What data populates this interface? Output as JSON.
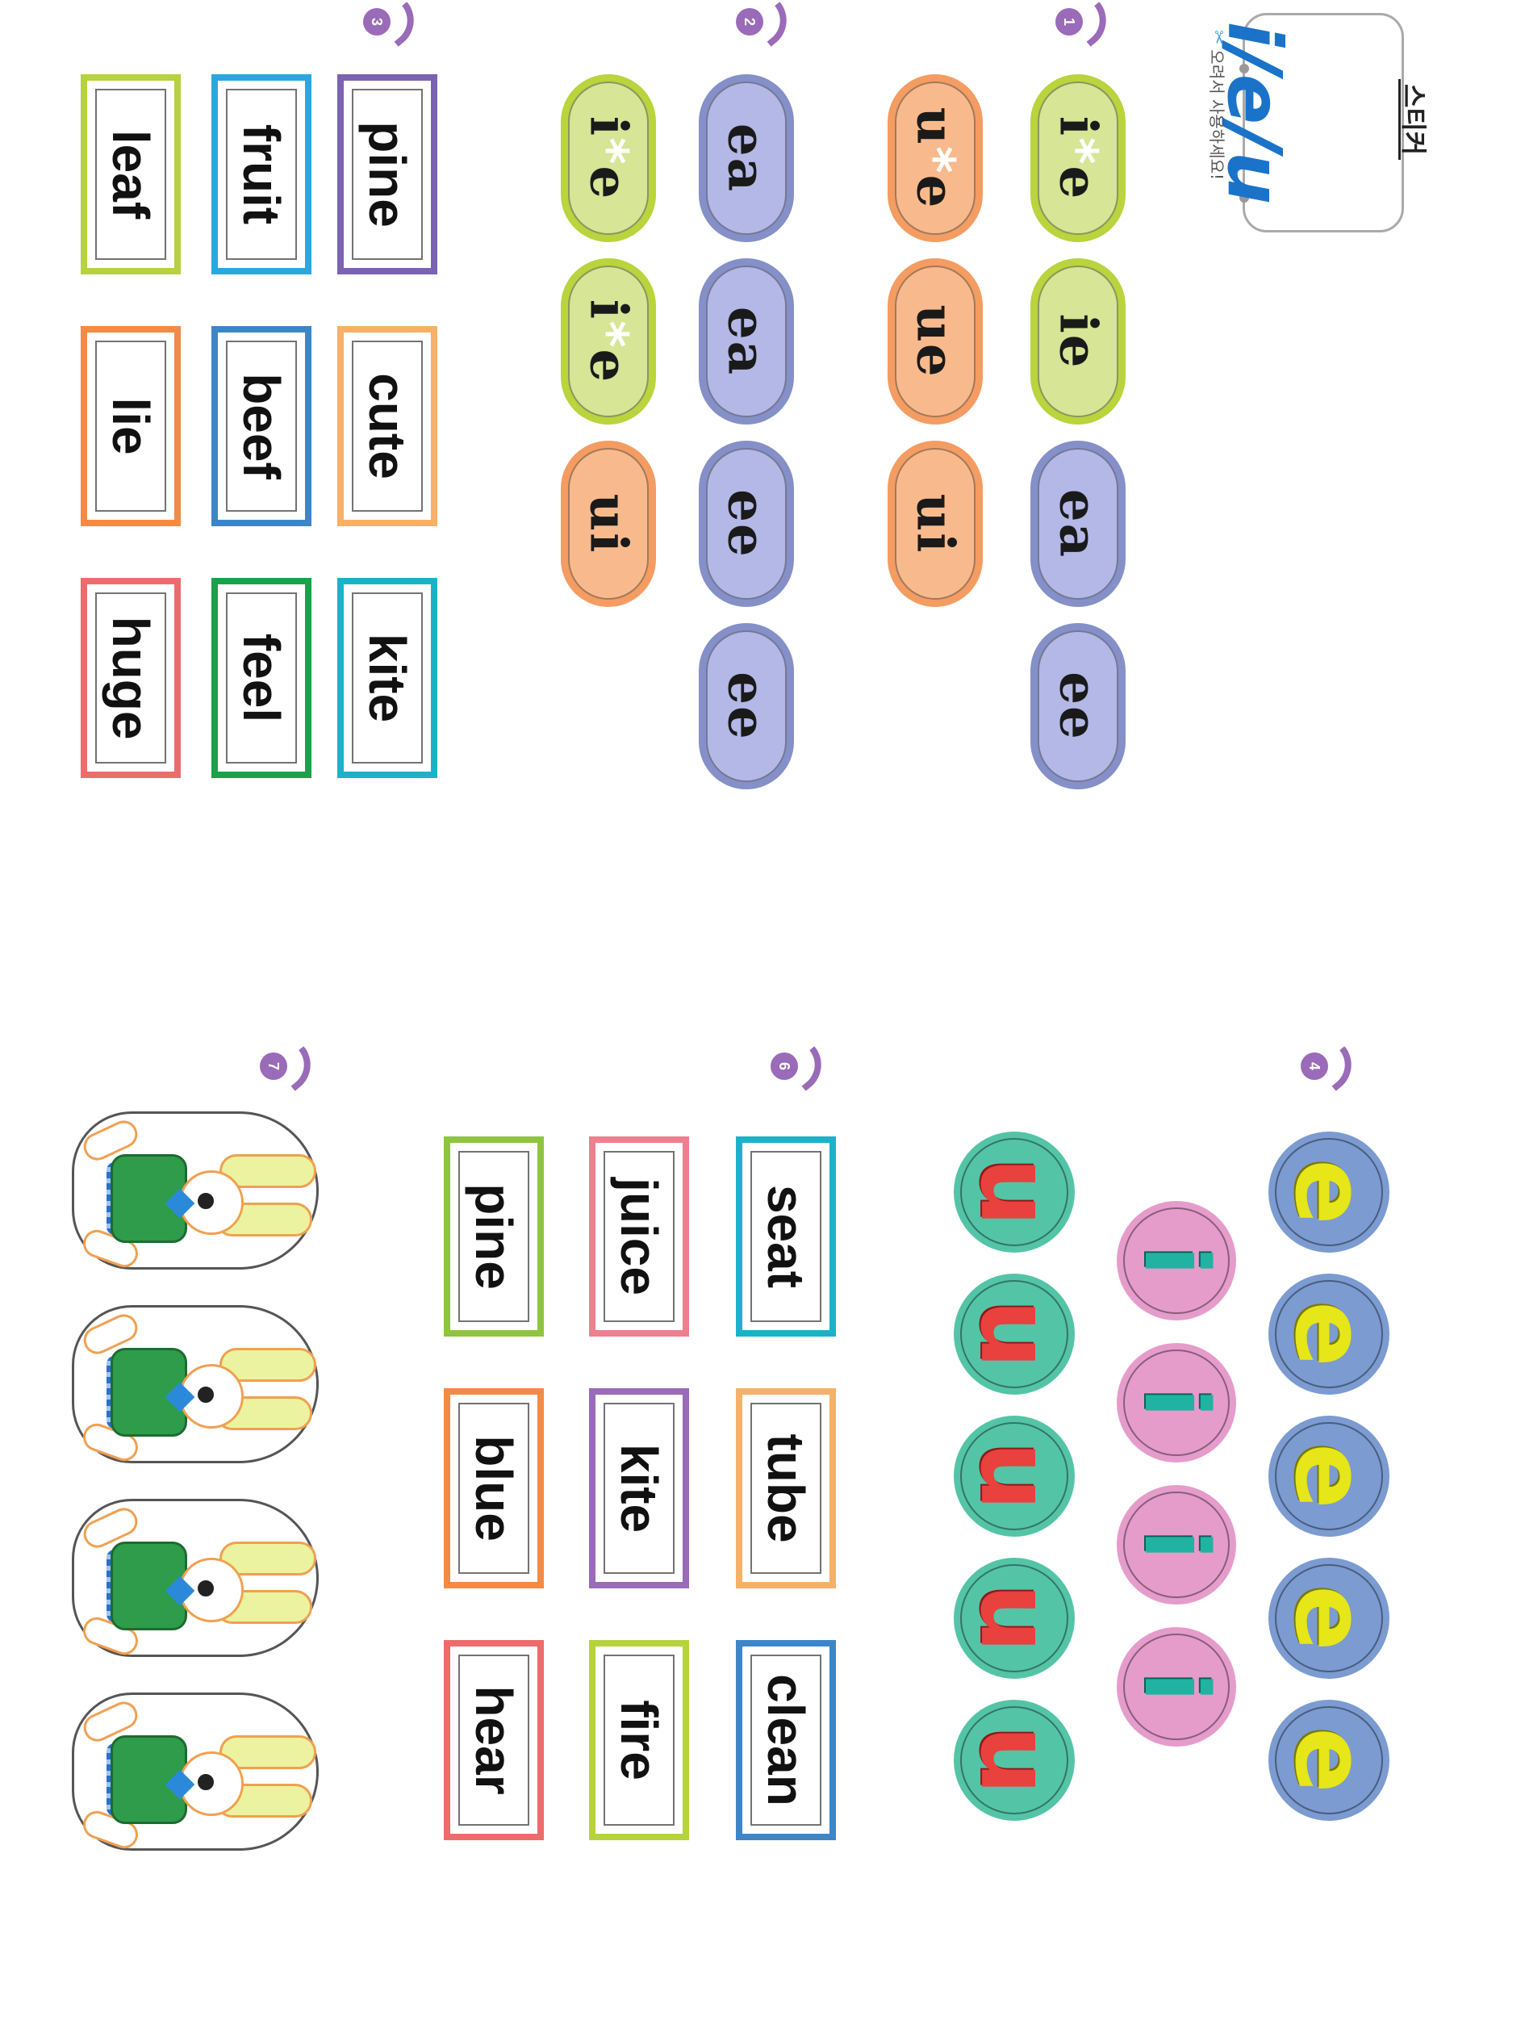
{
  "header": {
    "title": "i/e/u",
    "tag": "스티커",
    "note": "오려서 사용하세요!",
    "scissor_icon": "✂"
  },
  "section_numbers": [
    "1",
    "2",
    "3",
    "4",
    "6",
    "7"
  ],
  "section1": {
    "row_a": [
      "i*e",
      "ie",
      "ea",
      "ee"
    ],
    "row_b": [
      "u*e",
      "ue",
      "ui"
    ]
  },
  "section2": {
    "row_a": [
      "ea",
      "ea",
      "ee",
      "ee"
    ],
    "row_b": [
      "i*e",
      "i*e",
      "ui"
    ]
  },
  "section3": {
    "row_a": [
      "pine",
      "cute",
      "kite"
    ],
    "row_b": [
      "fruit",
      "beef",
      "feel"
    ],
    "row_c": [
      "leaf",
      "lie",
      "huge"
    ]
  },
  "section4": {
    "e": [
      "e",
      "e",
      "e",
      "e",
      "e"
    ],
    "i": [
      "i",
      "i",
      "i",
      "i"
    ],
    "u": [
      "u",
      "u",
      "u",
      "u",
      "u"
    ]
  },
  "section6": {
    "row_a": [
      "seat",
      "tube",
      "clean"
    ],
    "row_b": [
      "juice",
      "kite",
      "fire"
    ],
    "row_c": [
      "pine",
      "blue",
      "hear"
    ]
  },
  "colors": {
    "title_blue": "#1a73c9",
    "badge_purple": "#9a6bb8",
    "pill_green": "#b9d43c",
    "pill_orange": "#f49c62",
    "pill_purple": "#8590c8",
    "circle_e": "#7b9bd1",
    "circle_i": "#e59ccb",
    "circle_u": "#54c4a6"
  },
  "icons": {
    "scissor": "scissor-icon",
    "rabbit": "rabbit-sticker-icon"
  }
}
